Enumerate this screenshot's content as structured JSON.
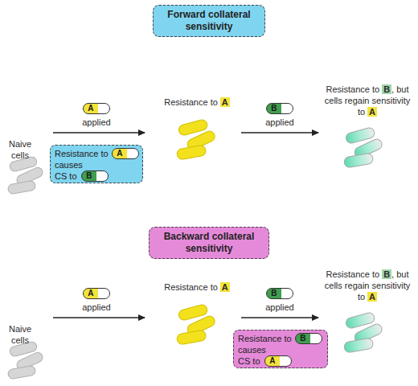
{
  "diagram": {
    "nodes": [
      {
        "text": [
          "Forward collateral sensitivity"
        ]
      },
      {
        "text": [
          "A"
        ]
      },
      {
        "text": [
          "Resistance to",
          "causes",
          "CS to"
        ]
      },
      {
        "text": [
          "A"
        ],
        "in": 2
      },
      {
        "text": [
          "B"
        ],
        "in": 2
      },
      {
        "text": [
          "B"
        ]
      },
      {
        "text": [
          "Backward collateral sensitivity"
        ]
      },
      {
        "text": [
          "A"
        ]
      },
      {
        "text": [
          "B"
        ]
      },
      {
        "text": [
          "Resistance to",
          "causes",
          "CS to"
        ]
      },
      {
        "text": [
          "B"
        ],
        "in": 9
      },
      {
        "text": [
          "A"
        ],
        "in": 9
      }
    ],
    "labels": [
      "Naive cells",
      "applied",
      "Resistance to",
      "A",
      "applied",
      "Resistance to",
      "B",
      ", but cells regain sensitivity to",
      "A",
      "Naive cells",
      "applied",
      "Resistance to",
      "A",
      "applied",
      "Resistance to",
      "B",
      ", but cells regain sensitivity to",
      "A"
    ]
  }
}
